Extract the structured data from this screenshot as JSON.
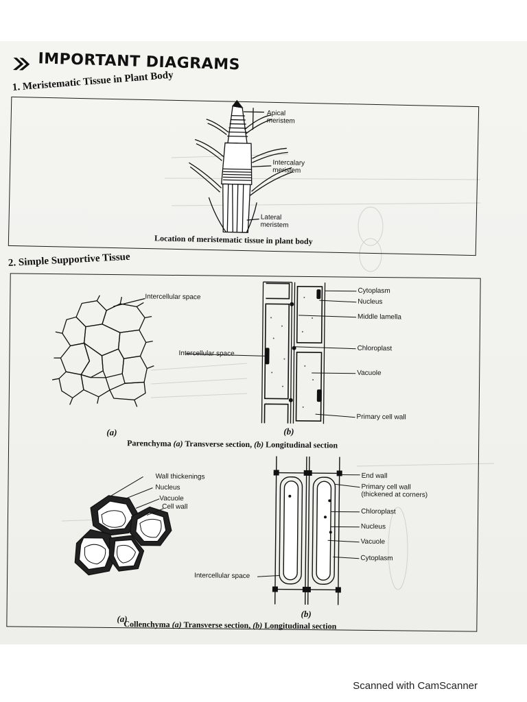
{
  "page_title": "IMPORTANT DIAGRAMS",
  "sections": [
    {
      "heading": "1. Meristematic Tissue in Plant Body"
    },
    {
      "heading": "2. Simple Supportive Tissue"
    }
  ],
  "meristem": {
    "labels": {
      "apical": [
        "Apical",
        "meristem"
      ],
      "intercalary": [
        "Intercalary",
        "meristem"
      ],
      "lateral": [
        "Lateral",
        "meristem"
      ]
    },
    "caption": "Location of meristematic tissue in plant body"
  },
  "parenchyma": {
    "sub_a": "(a)",
    "sub_b": "(b)",
    "labels": {
      "intercellular_a": "Intercellular space",
      "intercellular_b": "Intercellular space",
      "cytoplasm": "Cytoplasm",
      "nucleus": "Nucleus",
      "middle_lamella": "Middle lamella",
      "chloroplast": "Chloroplast",
      "vacuole": "Vacuole",
      "primary_cell_wall": "Primary cell wall"
    },
    "caption": {
      "name": "Parenchyma",
      "a": "(a)",
      "a_text": "Transverse section,",
      "b": "(b)",
      "b_text": "Longitudinal section"
    }
  },
  "collenchyma": {
    "sub_a": "(a)",
    "sub_b": "(b)",
    "labels": {
      "wall_thickenings": "Wall thickenings",
      "nucleus_a": "Nucleus",
      "vacuole_a": "Vacuole",
      "cell_wall": "Cell wall",
      "intercellular": "Intercellular space",
      "end_wall": "End wall",
      "primary_cell_wall": [
        "Primary cell wall",
        "(thickened at corners)"
      ],
      "chloroplast": "Chloroplast",
      "nucleus_b": "Nucleus",
      "vacuole_b": "Vacuole",
      "cytoplasm": "Cytoplasm"
    },
    "caption": {
      "name": "Collenchyma",
      "a": "(a)",
      "a_text": "Transverse section,",
      "b": "(b)",
      "b_text": "Longitudinal section"
    }
  },
  "footer": "Scanned with CamScanner"
}
